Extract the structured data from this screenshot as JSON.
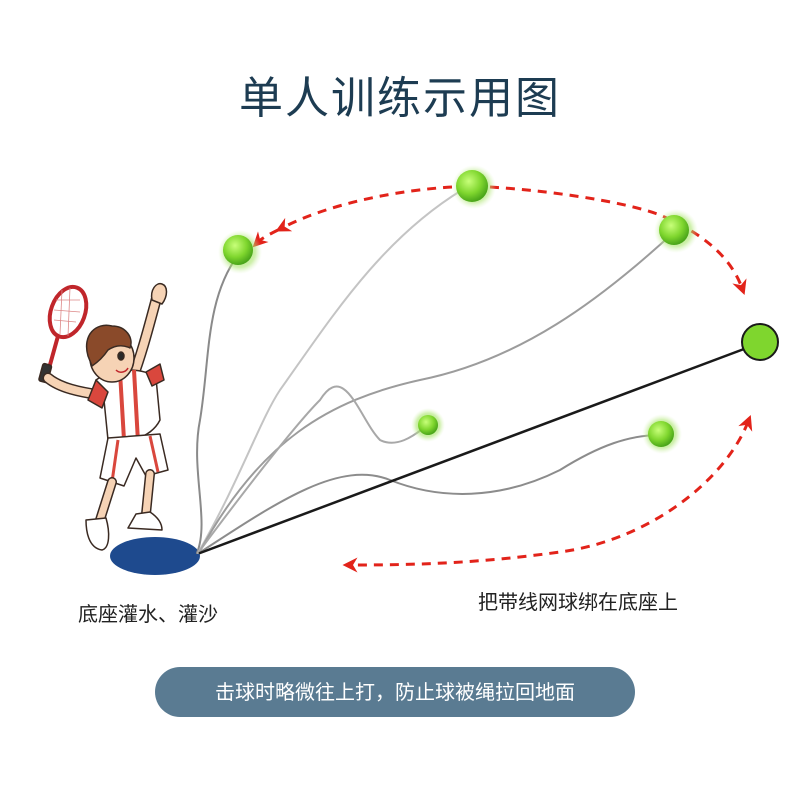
{
  "title": "单人训练示用图",
  "labels": {
    "base": "底座灌水、灌沙",
    "ball": "把带线网球绑在底座上"
  },
  "tip": "击球时略微往上打，防止球被绳拉回地面",
  "colors": {
    "title": "#1d3c52",
    "base": "#1e4a8e",
    "arrow": "#e2231a",
    "ball": "#8bdc3a",
    "pill": "#5a7b92"
  }
}
